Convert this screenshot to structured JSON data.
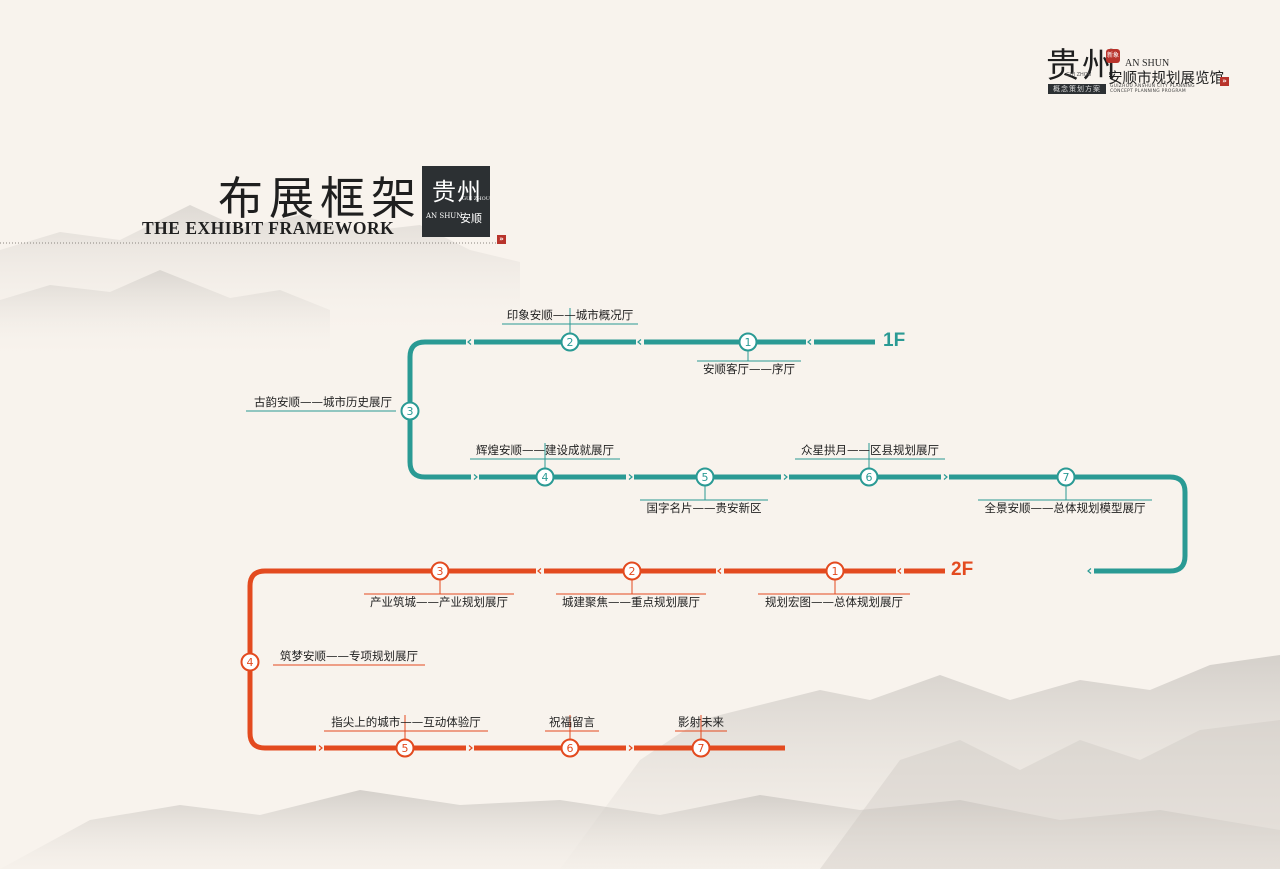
{
  "header": {
    "title_cn": "布展框架",
    "title_en": "THE EXHIBIT FRAMEWORK",
    "badge": {
      "big": "贵州",
      "small_en": "GUI ZHOU",
      "an_shun": "AN SHUN",
      "an_shun_cn": "安顺"
    }
  },
  "logo": {
    "big": "贵州",
    "seal": "新象",
    "gui_zhou": "GUI ZHOU",
    "an_shun": "AN SHUN",
    "name_cn": "安顺市规划展览馆",
    "bar_text": "概念策划方案",
    "sub_en_1": "GUIZHOU ANSHUN CITY PLANNING",
    "sub_en_2": "CONCEPT PLANNING PROGRAM"
  },
  "colors": {
    "floor1": "#2a9a94",
    "floor2": "#e34a1f",
    "accent": "#b8332b"
  },
  "floor1": {
    "label": "1F",
    "stops": [
      {
        "num": "1",
        "name": "安顺客厅——序厅"
      },
      {
        "num": "2",
        "name": "印象安顺——城市概况厅"
      },
      {
        "num": "3",
        "name": "古韵安顺——城市历史展厅"
      },
      {
        "num": "4",
        "name": "辉煌安顺——建设成就展厅"
      },
      {
        "num": "5",
        "name": "国字名片——贵安新区"
      },
      {
        "num": "6",
        "name": "众星拱月——区县规划展厅"
      },
      {
        "num": "7",
        "name": "全景安顺——总体规划模型展厅"
      }
    ]
  },
  "floor2": {
    "label": "2F",
    "stops": [
      {
        "num": "1",
        "name": "规划宏图——总体规划展厅"
      },
      {
        "num": "2",
        "name": "城建聚焦——重点规划展厅"
      },
      {
        "num": "3",
        "name": "产业筑城——产业规划展厅"
      },
      {
        "num": "4",
        "name": "筑梦安顺——专项规划展厅"
      },
      {
        "num": "5",
        "name": "指尖上的城市——互动体验厅"
      },
      {
        "num": "6",
        "name": "祝福留言"
      },
      {
        "num": "7",
        "name": "影射未来"
      }
    ]
  }
}
